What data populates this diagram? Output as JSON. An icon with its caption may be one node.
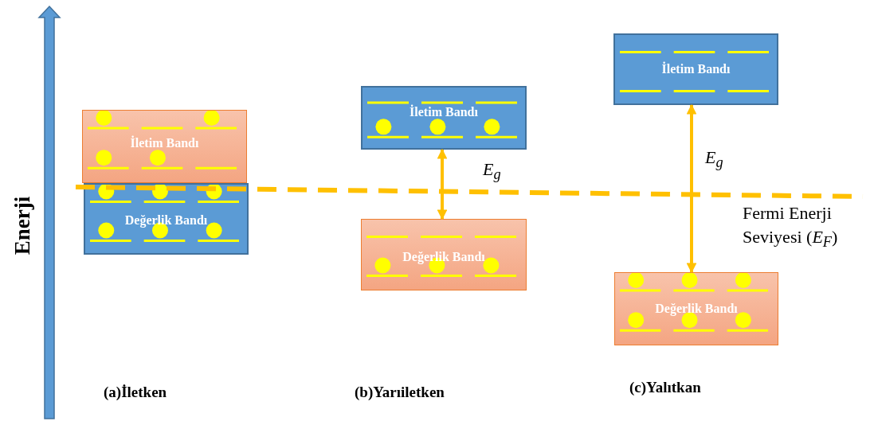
{
  "diagram": {
    "nodes": [
      {
        "text": [
          "İletim Bandı"
        ]
      },
      {
        "text": [
          "Değerlik Bandı"
        ]
      },
      {
        "text": [
          "İletim Bandı"
        ]
      },
      {
        "text": [
          "Değerlik Bandı"
        ]
      },
      {
        "text": [
          "İletim Bandı"
        ]
      },
      {
        "text": [
          "Değerlik Bandı"
        ]
      }
    ],
    "edges": [
      {
        "from": 2,
        "to": 3,
        "arrow": "both",
        "label": "*E*$_{g}$"
      },
      {
        "from": 4,
        "to": 5,
        "arrow": "both",
        "label": "*E*$_{g}$"
      }
    ],
    "labels": [
      "Enerji",
      "Fermi Enerji Seviyesi (*E*$_{F}$)",
      "(a)İletken",
      "(b)Yarıiletken",
      "(c)Yalıtkan"
    ]
  }
}
